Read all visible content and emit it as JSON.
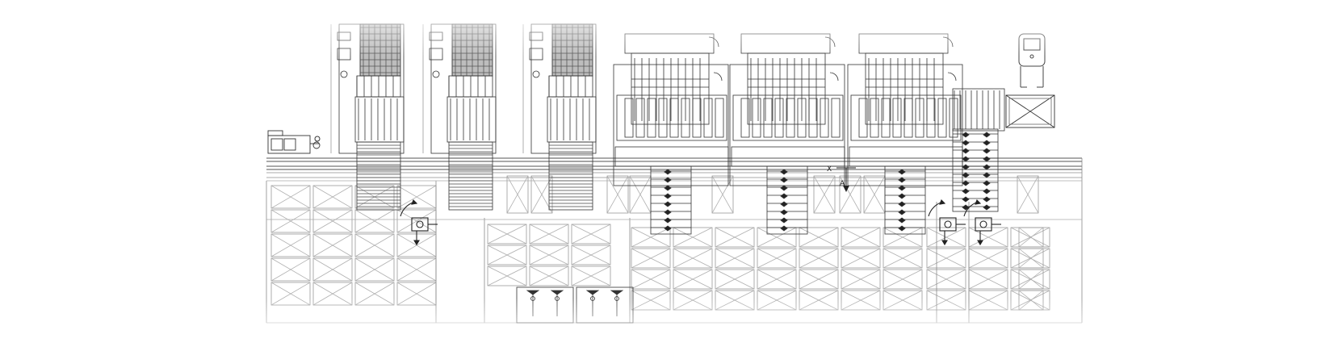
{
  "drawing": {
    "stroke_color": "#3a3a3a",
    "light_stroke_color": "#b8b8b8",
    "annotation_texts": {
      "axis_x": "X",
      "axis_a": "A"
    },
    "machine_units": [
      {
        "name": "feeder-unit-1",
        "kind": "feeder"
      },
      {
        "name": "feeder-unit-2",
        "kind": "feeder"
      },
      {
        "name": "feeder-unit-3",
        "kind": "feeder"
      },
      {
        "name": "press-unit-1",
        "kind": "press"
      },
      {
        "name": "press-unit-2",
        "kind": "press"
      },
      {
        "name": "press-unit-3",
        "kind": "press"
      }
    ]
  }
}
